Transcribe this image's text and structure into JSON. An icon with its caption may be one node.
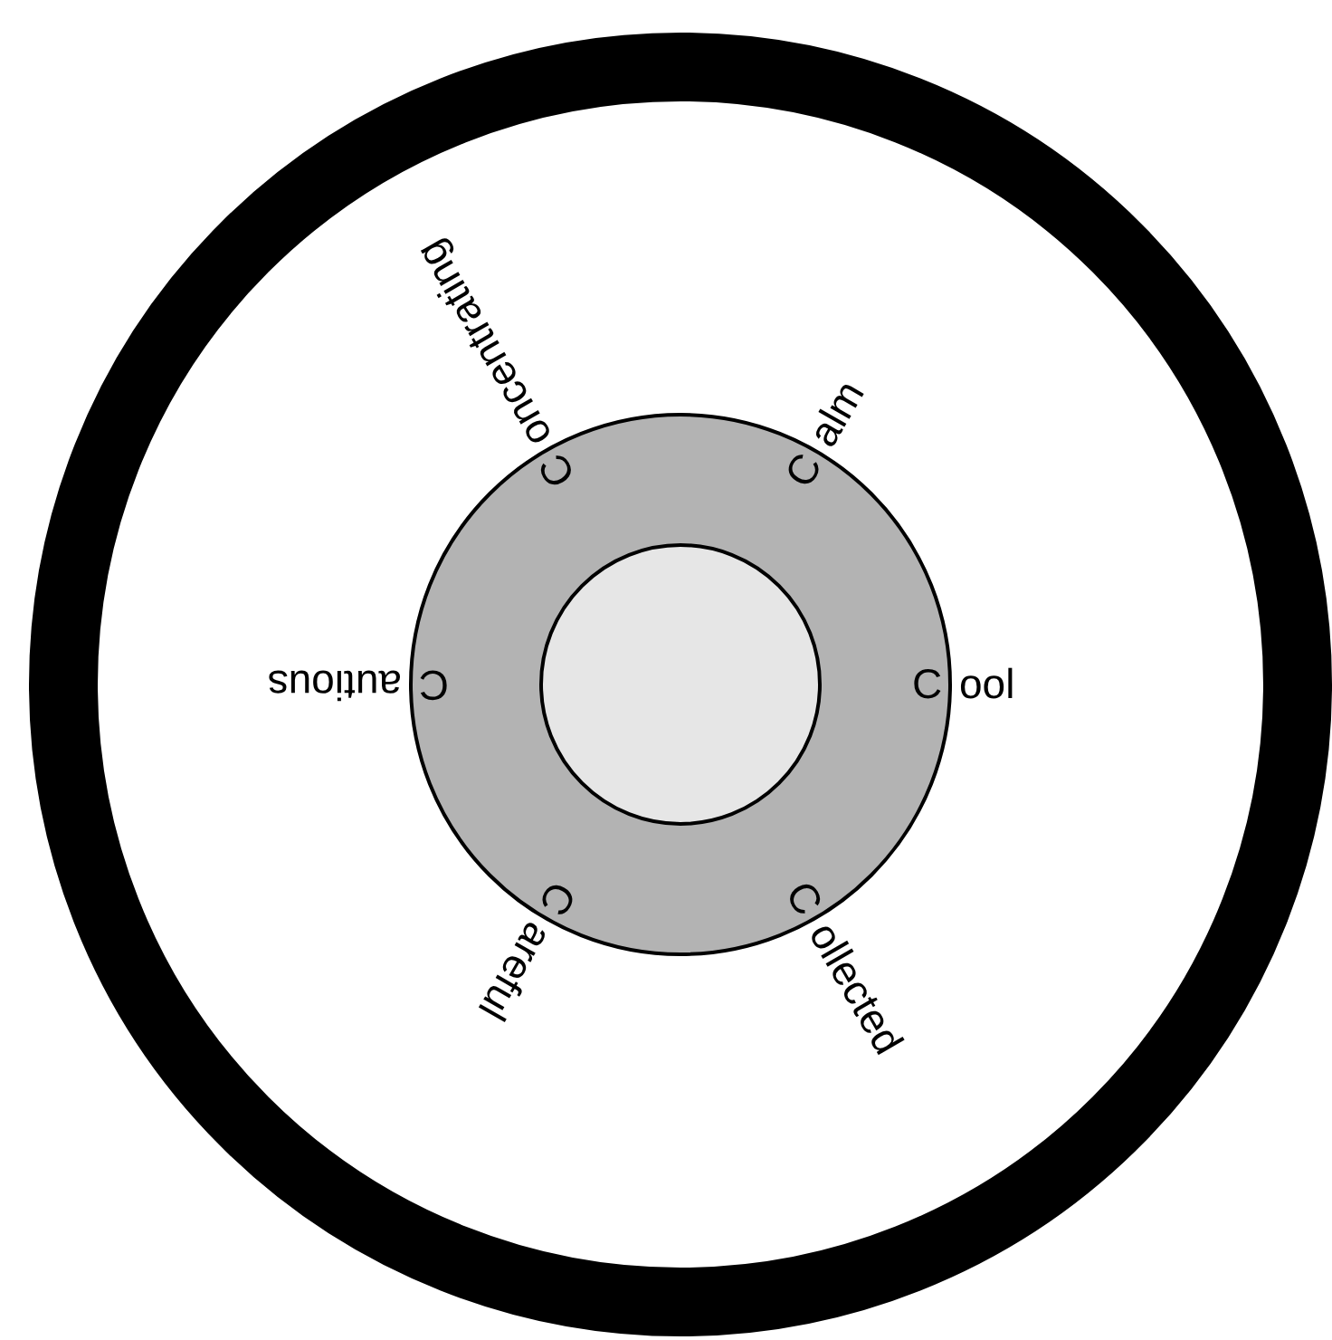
{
  "diagram": {
    "nodes": [
      {
        "text": [],
        "shape": "circle"
      },
      {
        "text": [],
        "shape": "circle",
        "in": 0
      },
      {
        "text": [],
        "shape": "circle",
        "in": 1
      }
    ],
    "labels": [
      "C oncentrating",
      "C alm",
      "C autious",
      "C ool",
      "C areful",
      "C ollected"
    ]
  }
}
